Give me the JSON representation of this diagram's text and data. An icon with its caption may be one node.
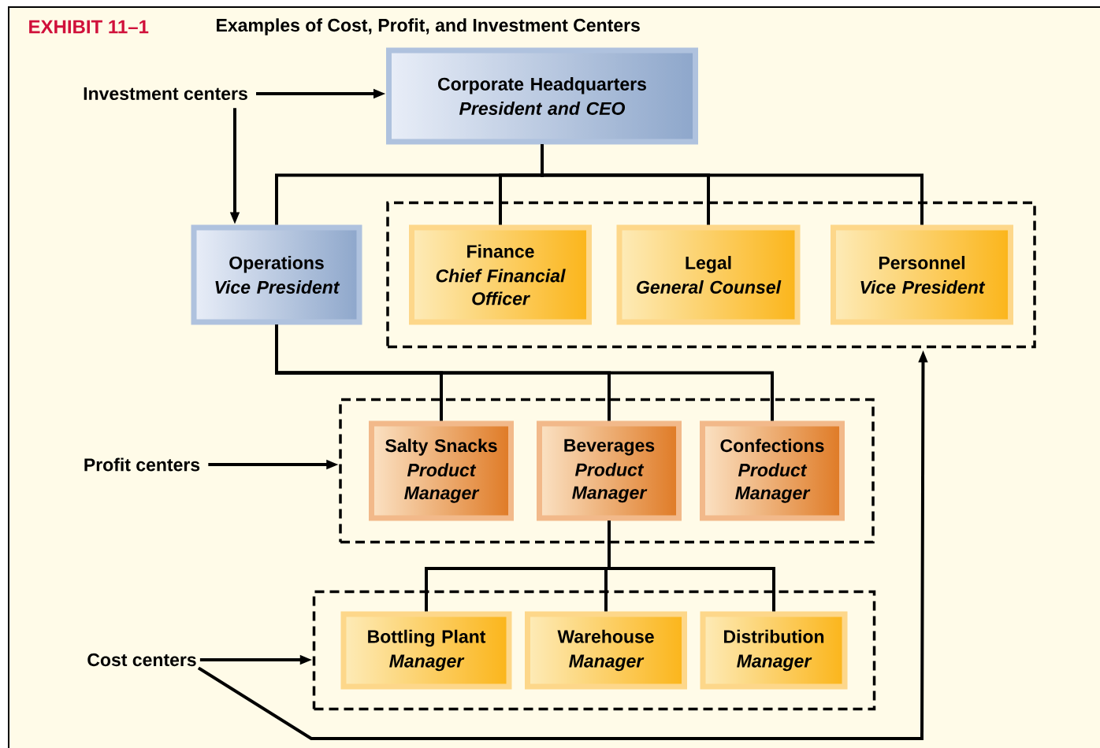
{
  "diagram": {
    "title": "Examples of Cost, Profit, and Investment Centers",
    "nodes": [
      {
        "text": [
          "Investment centers"
        ]
      },
      {
        "text": [
          "Corporate Headquarters",
          "President and CEO"
        ]
      },
      {
        "text": [
          "Operations",
          "Vice President"
        ]
      },
      {
        "text": [],
        "shape": "box"
      },
      {
        "text": [
          "Finance",
          "Chief Financial Officer"
        ],
        "in": 3
      },
      {
        "text": [
          "Legal",
          "General Counsel"
        ],
        "in": 3
      },
      {
        "text": [
          "Personnel",
          "Vice President"
        ],
        "in": 3
      },
      {
        "text": [
          "Profit centers"
        ]
      },
      {
        "text": [],
        "shape": "box"
      },
      {
        "text": [
          "Salty Snacks",
          "Product Manager"
        ],
        "in": 8
      },
      {
        "text": [
          "Beverages",
          "Product Manager"
        ],
        "in": 8
      },
      {
        "text": [
          "Confections",
          "Product Manager"
        ],
        "in": 8
      },
      {
        "text": [
          "Cost centers"
        ]
      },
      {
        "text": [],
        "shape": "box"
      },
      {
        "text": [
          "Bottling Plant",
          "Manager"
        ],
        "in": 13
      },
      {
        "text": [
          "Warehouse",
          "Manager"
        ],
        "in": 13
      },
      {
        "text": [
          "Distribution",
          "Manager"
        ],
        "in": 13
      }
    ],
    "edges": [
      {
        "from": 0,
        "to": 1,
        "arrow": "to"
      },
      {
        "from": 0,
        "to": 2,
        "arrow": "to"
      },
      {
        "from": 1,
        "to": 2,
        "arrow": "none"
      },
      {
        "from": 1,
        "to": 4,
        "arrow": "none"
      },
      {
        "from": 1,
        "to": 5,
        "arrow": "none"
      },
      {
        "from": 1,
        "to": 6,
        "arrow": "none"
      },
      {
        "from": 2,
        "to": 9,
        "arrow": "none"
      },
      {
        "from": 2,
        "to": 10,
        "arrow": "none"
      },
      {
        "from": 2,
        "to": 11,
        "arrow": "none"
      },
      {
        "from": 7,
        "to": 8,
        "arrow": "to"
      },
      {
        "from": 10,
        "to": 14,
        "arrow": "none"
      },
      {
        "from": 10,
        "to": 15,
        "arrow": "none"
      },
      {
        "from": 10,
        "to": 16,
        "arrow": "none"
      },
      {
        "from": 12,
        "to": 13,
        "arrow": "to"
      },
      {
        "from": 12,
        "to": 3,
        "arrow": "to"
      }
    ],
    "labels": [
      "EXHIBIT 11–1"
    ]
  }
}
